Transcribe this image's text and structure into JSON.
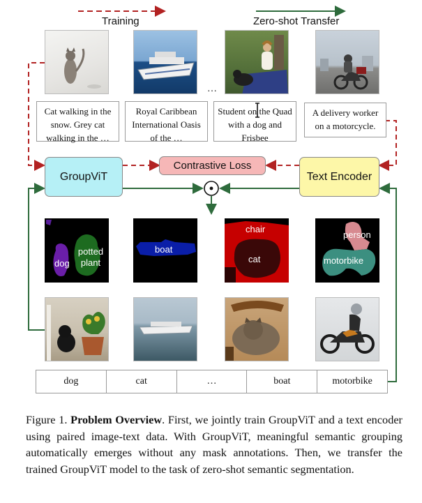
{
  "header": {
    "training_label": "Training",
    "zero_shot_label": "Zero-shot Transfer"
  },
  "training_captions": [
    "Cat walking in the snow. Grey cat walking in the …",
    "Royal Caribbean International Oasis of the …",
    "Student on the Quad with a dog and Frisbee"
  ],
  "transfer_caption": "A delivery worker on a motorcycle.",
  "ellipsis": "…",
  "nodes": {
    "groupvit": "GroupViT",
    "loss": "Contrastive Loss",
    "text_encoder": "Text Encoder",
    "dot_product": "⊙"
  },
  "segment_labels": {
    "mask1": [
      "dog",
      "potted plant"
    ],
    "mask2": [
      "boat"
    ],
    "mask3": [
      "chair",
      "cat"
    ],
    "mask4": [
      "person",
      "motorbike"
    ]
  },
  "class_labels": [
    "dog",
    "cat",
    "…",
    "boat",
    "motorbike"
  ],
  "caption": {
    "figure": "Figure 1.",
    "title": "Problem Overview",
    "body": ". First, we jointly train GroupViT and a text encoder using paired image-text data. With GroupViT, meaningful semantic grouping automatically emerges without any mask annotations. Then, we transfer the trained GroupViT model to the task of zero-shot semantic segmentation."
  },
  "colors": {
    "training_arrow": "#b22222",
    "transfer_arrow": "#2e6b3c",
    "groupvit_fill": "#b6f0f6",
    "loss_fill": "#f6b7b7",
    "encoder_fill": "#fdf7a8"
  }
}
